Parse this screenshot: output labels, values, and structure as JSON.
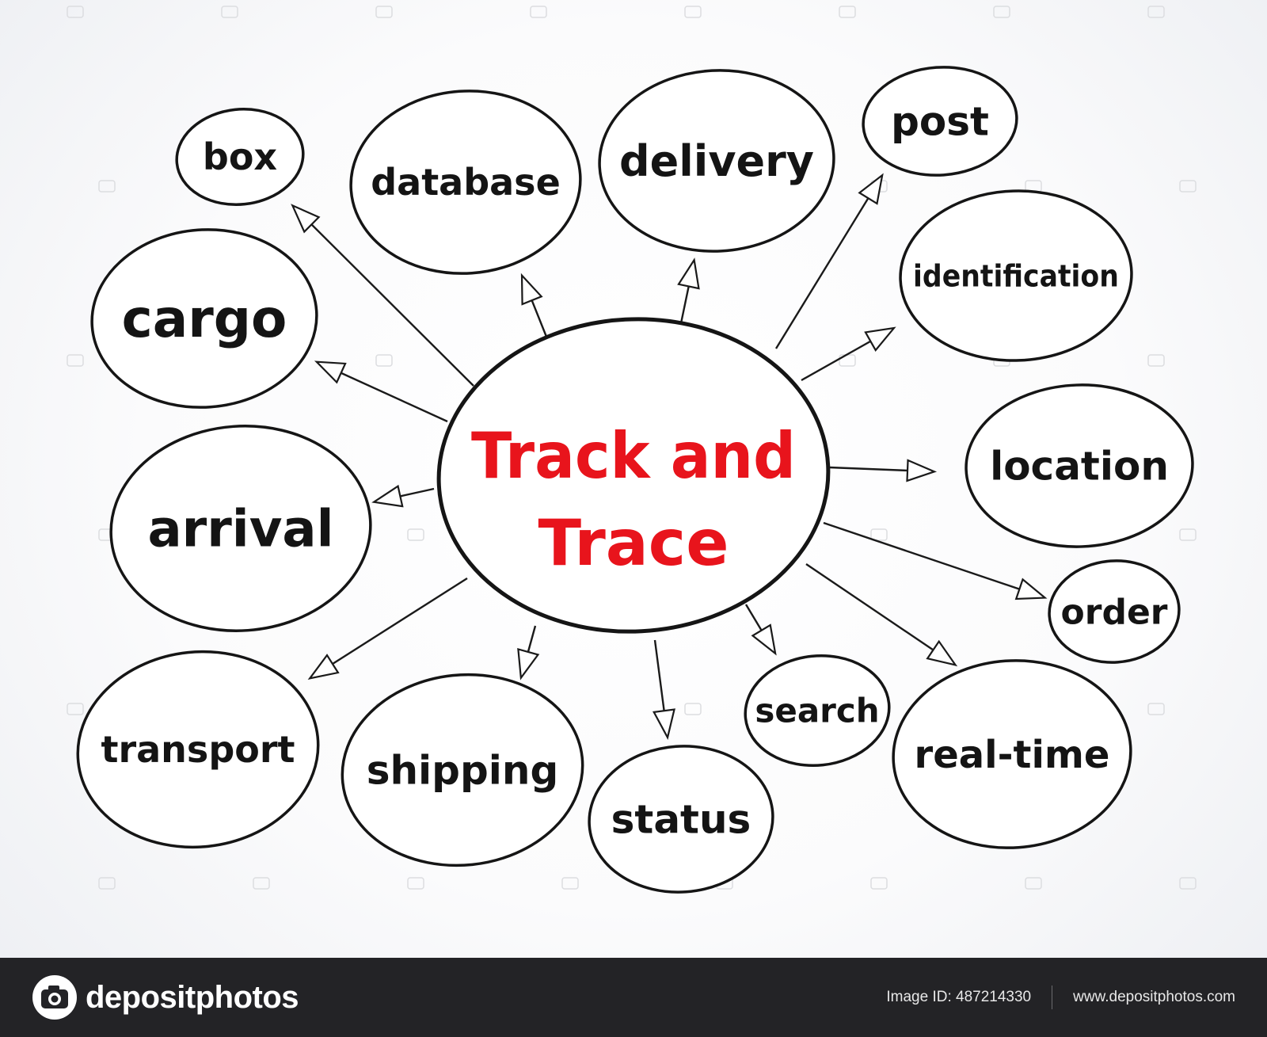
{
  "center": {
    "line1": "Track and",
    "line2": "Trace",
    "color": "#e8141c"
  },
  "nodes": [
    {
      "id": "box",
      "label": "box"
    },
    {
      "id": "database",
      "label": "database"
    },
    {
      "id": "delivery",
      "label": "delivery"
    },
    {
      "id": "post",
      "label": "post"
    },
    {
      "id": "identification",
      "label": "identification"
    },
    {
      "id": "cargo",
      "label": "cargo"
    },
    {
      "id": "location",
      "label": "location"
    },
    {
      "id": "arrival",
      "label": "arrival"
    },
    {
      "id": "order",
      "label": "order"
    },
    {
      "id": "transport",
      "label": "transport"
    },
    {
      "id": "shipping",
      "label": "shipping"
    },
    {
      "id": "status",
      "label": "status"
    },
    {
      "id": "search",
      "label": "search"
    },
    {
      "id": "real-time",
      "label": "real-time"
    }
  ],
  "footer": {
    "brand": "depositphotos",
    "image_id": "Image ID: 487214330",
    "website": "www.depositphotos.com",
    "background": "#232326"
  },
  "icons": {
    "logo": "camera-logo-icon"
  },
  "colors": {
    "ink": "#151515",
    "accent": "#e8141c"
  }
}
